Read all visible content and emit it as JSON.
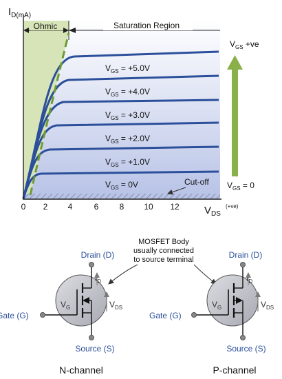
{
  "graph": {
    "y_axis_label_main": "I",
    "y_axis_label_sub": "D(mA)",
    "x_axis_label_main": "V",
    "x_axis_label_sub": "DS",
    "x_axis_label_sup": "(+ve)",
    "origin_label": "0",
    "x_ticks": [
      "2",
      "4",
      "6",
      "8",
      "10",
      "12"
    ],
    "ohmic_label": "Ohmic",
    "saturation_label": "Saturation Region",
    "cutoff_label": "Cut-off",
    "curves": [
      {
        "label_main": "V",
        "label_sub": "GS",
        "label_value": " = +5.0V"
      },
      {
        "label_main": "V",
        "label_sub": "GS",
        "label_value": " = +4.0V"
      },
      {
        "label_main": "V",
        "label_sub": "GS",
        "label_value": " = +3.0V"
      },
      {
        "label_main": "V",
        "label_sub": "GS",
        "label_value": " = +2.0V"
      },
      {
        "label_main": "V",
        "label_sub": "GS",
        "label_value": " = +1.0V"
      },
      {
        "label_main": "V",
        "label_sub": "GS",
        "label_value": " = 0V"
      }
    ],
    "arrow_top_main": "V",
    "arrow_top_sub": "GS",
    "arrow_top_value": " +ve",
    "arrow_bottom_main": "V",
    "arrow_bottom_sub": "GS",
    "arrow_bottom_value": " = 0"
  },
  "symbols": {
    "body_note_lines": [
      "MOSFET Body",
      "usually connected",
      "to source terminal"
    ],
    "n_channel": {
      "drain": "Drain (D)",
      "gate": "Gate (G)",
      "source": "Source (S)",
      "vg_main": "V",
      "vg_sub": "G",
      "id_main": "I",
      "id_sub": "D",
      "vds_main": "V",
      "vds_sub": "DS",
      "caption": "N-channel"
    },
    "p_channel": {
      "drain": "Drain (D)",
      "gate": "Gate (G)",
      "source": "Source (S)",
      "vg_main": "V",
      "vg_sub": "G",
      "id_main": "I",
      "id_sub": "D",
      "vds_main": "V",
      "vds_sub": "DS",
      "caption": "P-channel"
    }
  },
  "colors": {
    "curve": "#2b4f9a",
    "ohmic_fill": "#d7e4b8",
    "ohmic_boundary": "#6e9a35",
    "vgs_arrow": "#8ab04a",
    "plot_gradient_top": "#ffffff",
    "plot_gradient_bottom": "#b7c2e6",
    "symbol_circle": "#c8c8cf"
  }
}
